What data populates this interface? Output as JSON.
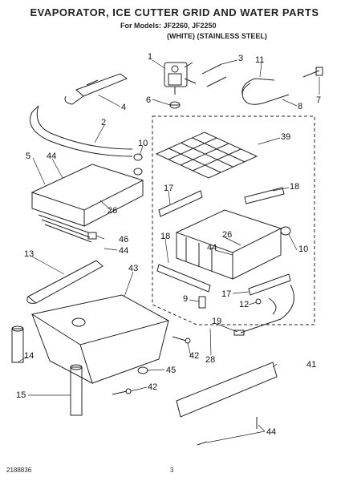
{
  "header": {
    "title": "EVAPORATOR, ICE CUTTER GRID AND WATER PARTS",
    "models_line": "For Models: JF2260, JF2250",
    "variants_line": "(WHITE) (STAINLESS STEEL)"
  },
  "callouts": [
    {
      "id": "c1",
      "label": "1"
    },
    {
      "id": "c3",
      "label": "3"
    },
    {
      "id": "c11",
      "label": "11"
    },
    {
      "id": "c7",
      "label": "7"
    },
    {
      "id": "c4",
      "label": "4"
    },
    {
      "id": "c6",
      "label": "6"
    },
    {
      "id": "c8",
      "label": "8"
    },
    {
      "id": "c2",
      "label": "2"
    },
    {
      "id": "c10a",
      "label": "10"
    },
    {
      "id": "c39",
      "label": "39"
    },
    {
      "id": "c5",
      "label": "5"
    },
    {
      "id": "c44a",
      "label": "44"
    },
    {
      "id": "c17a",
      "label": "17"
    },
    {
      "id": "c18a",
      "label": "18"
    },
    {
      "id": "c26a",
      "label": "26"
    },
    {
      "id": "c46",
      "label": "46"
    },
    {
      "id": "c44b",
      "label": "44"
    },
    {
      "id": "c13",
      "label": "13"
    },
    {
      "id": "c18b",
      "label": "18"
    },
    {
      "id": "c26b",
      "label": "26"
    },
    {
      "id": "c44c",
      "label": "44"
    },
    {
      "id": "c10b",
      "label": "10"
    },
    {
      "id": "c43",
      "label": "43"
    },
    {
      "id": "c9",
      "label": "9"
    },
    {
      "id": "c17b",
      "label": "17"
    },
    {
      "id": "c12",
      "label": "12"
    },
    {
      "id": "c19",
      "label": "19"
    },
    {
      "id": "c14",
      "label": "14"
    },
    {
      "id": "c42a",
      "label": "42"
    },
    {
      "id": "c28",
      "label": "28"
    },
    {
      "id": "c45",
      "label": "45"
    },
    {
      "id": "c41",
      "label": "41"
    },
    {
      "id": "c15",
      "label": "15"
    },
    {
      "id": "c42b",
      "label": "42"
    },
    {
      "id": "c44d",
      "label": "44"
    }
  ],
  "footer": {
    "doc_number": "2188836",
    "page_number": "3"
  }
}
